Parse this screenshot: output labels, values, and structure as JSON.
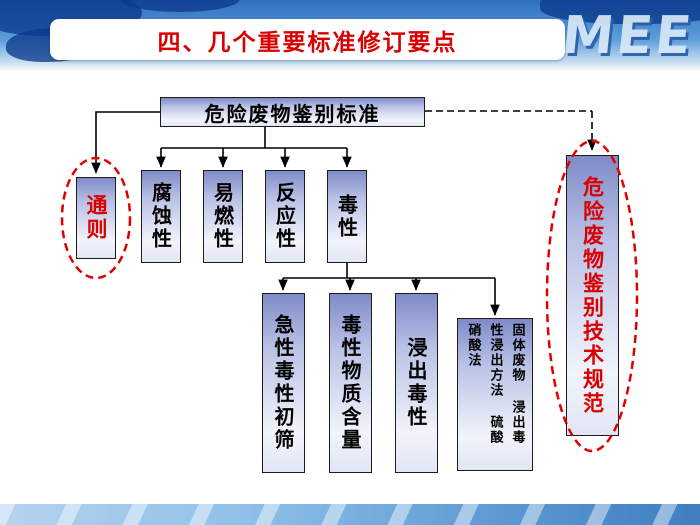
{
  "header": {
    "title": "四、几个重要标准修订要点",
    "watermark": "MEE"
  },
  "diagram": {
    "root": "危险废物鉴别标准",
    "general": "通则",
    "level1": [
      "腐蚀性",
      "易燃性",
      "反应性",
      "毒性"
    ],
    "level2": [
      "急性毒性初筛",
      "毒性物质含量",
      "浸出毒性"
    ],
    "note_lines": [
      "固体废物 浸出毒",
      "性浸出方法 硫酸",
      "硝酸法"
    ],
    "tech_spec": "危险废物鉴别技术规范"
  },
  "colors": {
    "title_red": "#d90000",
    "highlight_red": "#e00000",
    "box_border": "#1c1c1c"
  }
}
